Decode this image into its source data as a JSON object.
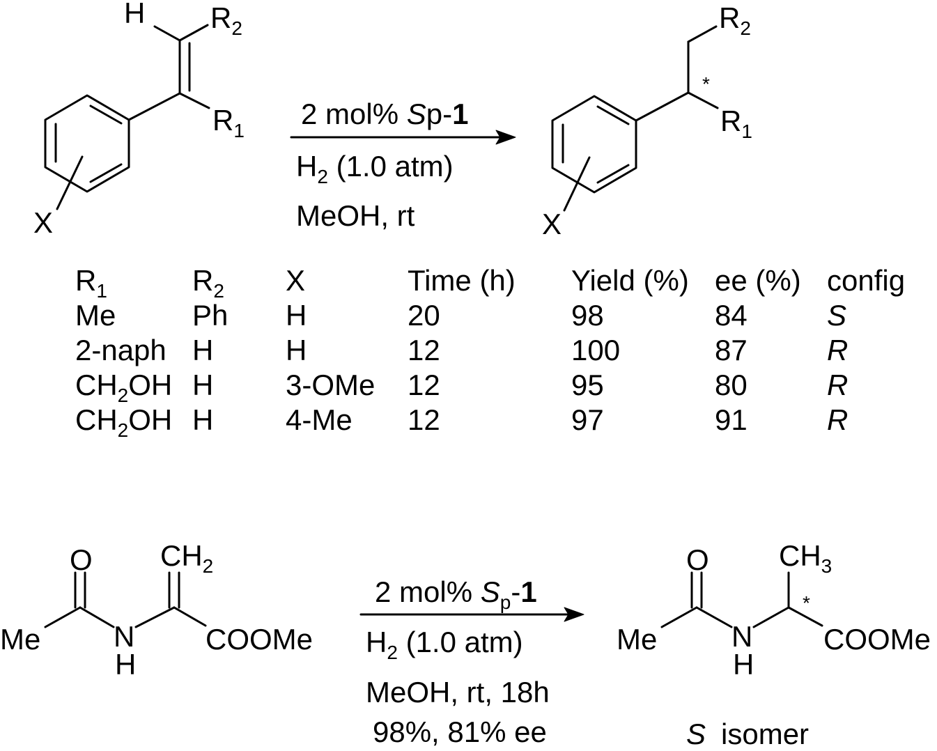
{
  "scheme1": {
    "reactant": {
      "h": "H",
      "r2": "R",
      "r2_sub": "2",
      "r1": "R",
      "r1_sub": "1",
      "x": "X"
    },
    "conditions": {
      "line1_pre": "2 mol% ",
      "line1_it": "S",
      "line1_mid": "p-",
      "line1_bold": "1",
      "line2_h": "H",
      "line2_sub": "2",
      "line2_rest": " (1.0 atm)",
      "line3": "MeOH, rt"
    },
    "product": {
      "r2": "R",
      "r2_sub": "2",
      "r1": "R",
      "r1_sub": "1",
      "x": "X",
      "star": "*"
    }
  },
  "table": {
    "headers": [
      {
        "main": "R",
        "sub": "1"
      },
      {
        "main": "R",
        "sub": "2"
      },
      {
        "main": "X",
        "sub": ""
      },
      {
        "main": "Time (h)",
        "sub": ""
      },
      {
        "main": "Yield (%)",
        "sub": ""
      },
      {
        "main": "ee (%)",
        "sub": ""
      },
      {
        "main": "config",
        "sub": ""
      }
    ],
    "rows": [
      {
        "r1_pre": "Me",
        "r1_sub": "",
        "r1_post": "",
        "r2": "Ph",
        "x": "H",
        "time": "20",
        "yield": "98",
        "ee": "84",
        "config": "S"
      },
      {
        "r1_pre": "2-naph",
        "r1_sub": "",
        "r1_post": "",
        "r2": "H",
        "x": "H",
        "time": "12",
        "yield": "100",
        "ee": "87",
        "config": "R"
      },
      {
        "r1_pre": "CH",
        "r1_sub": "2",
        "r1_post": "OH",
        "r2": "H",
        "x": "3-OMe",
        "time": "12",
        "yield": "95",
        "ee": "80",
        "config": "R"
      },
      {
        "r1_pre": "CH",
        "r1_sub": "2",
        "r1_post": "OH",
        "r2": "H",
        "x": "4-Me",
        "time": "12",
        "yield": "97",
        "ee": "91",
        "config": "R"
      }
    ]
  },
  "scheme2": {
    "reactant": {
      "o": "O",
      "me": "Me",
      "n": "N",
      "h": "H",
      "ch2": "CH",
      "ch2_sub": "2",
      "coome": "COOMe"
    },
    "conditions": {
      "line1_pre": "2 mol% ",
      "line1_it": "S",
      "line1_itsub": "p",
      "line1_dash": "-",
      "line1_bold": "1",
      "line2_h": "H",
      "line2_sub": "2",
      "line2_rest": " (1.0 atm)",
      "line3": "MeOH, rt, 18h",
      "line4": "98%, 81% ee"
    },
    "product": {
      "o": "O",
      "me": "Me",
      "n": "N",
      "h": "H",
      "ch3": "CH",
      "ch3_sub": "3",
      "coome": "COOMe",
      "star": "*",
      "label_it": "S",
      "label_rest": "isomer"
    }
  }
}
